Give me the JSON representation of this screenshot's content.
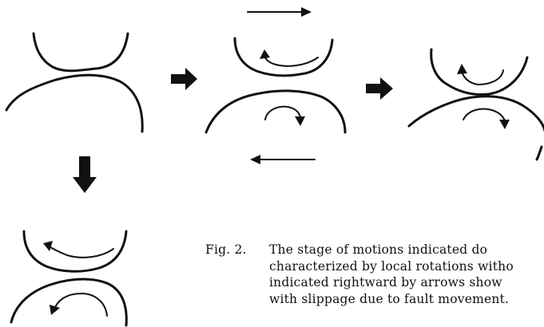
{
  "caption": {
    "label": "Fig. 2.",
    "lines": [
      "The stage of motions indicated do",
      "characterized by local rotations witho",
      "indicated rightward by arrows show",
      "with slippage due to fault movement."
    ]
  }
}
